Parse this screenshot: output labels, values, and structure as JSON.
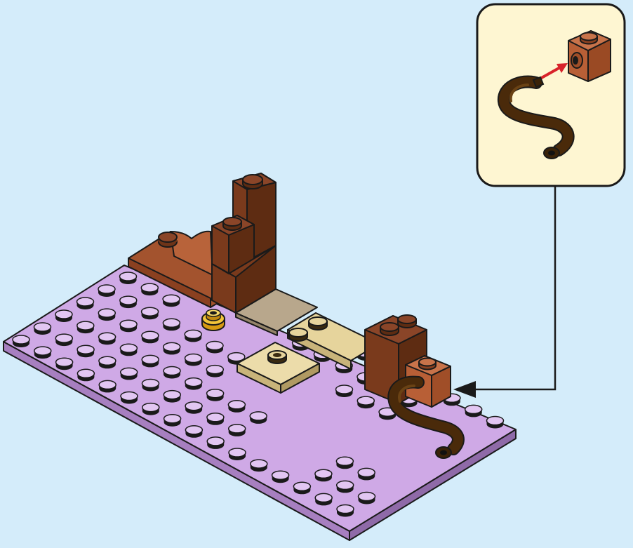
{
  "colors": {
    "background": "#d4ecfa",
    "baseplate_top": "#cfa9e6",
    "baseplate_side": "#a77fc0",
    "reddish_brown": "#6e3418",
    "medium_nougat": "#a3532e",
    "dark_tan": "#b8a78c",
    "tan": "#e6d49c",
    "pearl_gold": "#e8b020",
    "dark_brown": "#3a2208",
    "callout_background": "#fef6d2",
    "arrow_red": "#d8232a",
    "outline": "#1a1a1a"
  },
  "callout": {
    "parts": [
      "dark-brown-bent-pipe",
      "medium-nougat-brick-1x1-with-side-stud"
    ],
    "assembly_arrow": "red-arrow"
  },
  "scene": {
    "parts": [
      "lavender-baseplate",
      "reddish-brown-brick-stack-left",
      "medium-nougat-slope-left",
      "dark-tan-tile",
      "tan-plates",
      "pearl-gold-round-plate",
      "reddish-brown-brick-stack-right",
      "medium-nougat-brick-1x1-with-side-stud",
      "dark-brown-bent-pipe"
    ]
  }
}
